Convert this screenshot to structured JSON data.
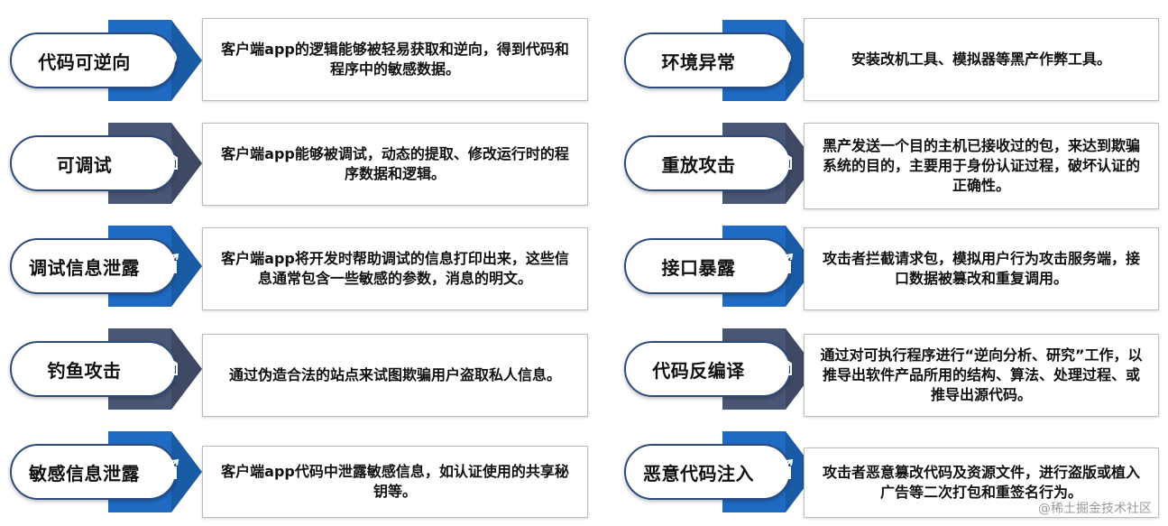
{
  "left": [
    {
      "title": "代码可逆向",
      "desc": "客户端app的逻辑能够被轻易获取和逆向，得到代码和程序中的敏感数据。",
      "icon": "lightbulb-icon",
      "color": "#1f6bc4"
    },
    {
      "title": "可调试",
      "desc": "客户端app能够被调试，动态的提取、修改运行时的程序数据和逻辑。",
      "icon": "mail-icon",
      "color": "#4a5675"
    },
    {
      "title": "调试信息泄露",
      "desc": "客户端app将开发时帮助调试的信息打印出来，这些信息通常包含一些敏感的参数，消息的明文。",
      "icon": "chart-icon",
      "color": "#1f6bc4"
    },
    {
      "title": "钓鱼攻击",
      "desc": "通过伪造合法的站点来试图欺骗用户盗取私人信息。",
      "icon": "mail-icon",
      "color": "#4a5675"
    },
    {
      "title": "敏感信息泄露",
      "desc": "客户端app代码中泄露敏感信息，如认证使用的共享秘钥等。",
      "icon": "chart-icon",
      "color": "#1f6bc4"
    }
  ],
  "right": [
    {
      "title": "环境异常",
      "desc": "安装改机工具、模拟器等黑产作弊工具。",
      "icon": "lightbulb-icon",
      "color": "#1f6bc4"
    },
    {
      "title": "重放攻击",
      "desc": "黑产发送一个目的主机已接收过的包，来达到欺骗系统的目的，主要用于身份认证过程，破坏认证的正确性。",
      "icon": "mail-icon",
      "color": "#4a5675"
    },
    {
      "title": "接口暴露",
      "desc": "攻击者拦截请求包，模拟用户行为攻击服务端，接口数据被篡改和重复调用。",
      "icon": "chart-icon",
      "color": "#1f6bc4"
    },
    {
      "title": "代码反编译",
      "desc": "通过对可执行程序进行“逆向分析、研究”工作，以推导出软件产品所用的结构、算法、处理过程、或推导出源代码。",
      "icon": "mail-icon",
      "color": "#4a5675"
    },
    {
      "title": "恶意代码注入",
      "desc": "攻击者恶意篡改代码及资源文件，进行盗版或植入广告等二次打包和重签名行为。",
      "icon": "chart-icon",
      "color": "#1f6bc4"
    }
  ],
  "watermark": "@稀土掘金技术社区"
}
